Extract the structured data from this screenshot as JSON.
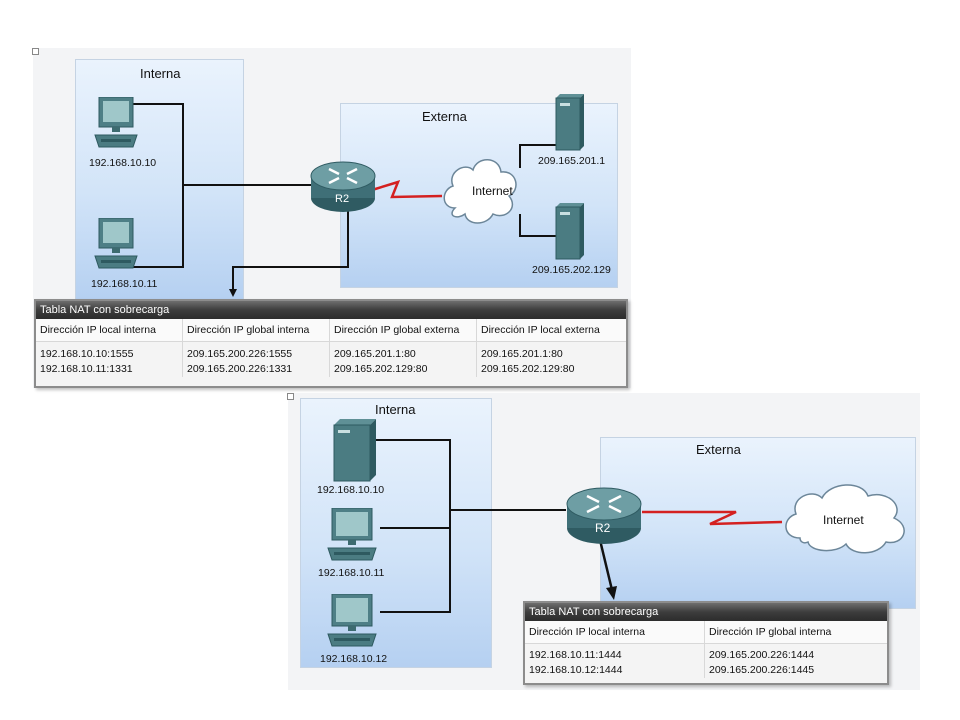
{
  "diagram1": {
    "internal_title": "Interna",
    "external_title": "Externa",
    "internet_label": "Internet",
    "router_label": "R2",
    "hosts": [
      {
        "label": "192.168.10.10",
        "icon": "pc-icon"
      },
      {
        "label": "192.168.10.11",
        "icon": "pc-icon"
      }
    ],
    "servers": [
      {
        "label": "209.165.201.1",
        "icon": "server-icon"
      },
      {
        "label": "209.165.202.129",
        "icon": "server-icon"
      }
    ],
    "nat_table": {
      "title": "Tabla NAT con sobrecarga",
      "headers": [
        "Dirección IP local interna",
        "Dirección IP global interna",
        "Dirección IP global externa",
        "Dirección IP local externa"
      ],
      "rows": [
        [
          "192.168.10.10:1555",
          "209.165.200.226:1555",
          "209.165.201.1:80",
          "209.165.201.1:80"
        ],
        [
          "192.168.10.11:1331",
          "209.165.200.226:1331",
          "209.165.202.129:80",
          "209.165.202.129:80"
        ]
      ]
    }
  },
  "diagram2": {
    "internal_title": "Interna",
    "external_title": "Externa",
    "internet_label": "Internet",
    "router_label": "R2",
    "hosts": [
      {
        "label": "192.168.10.10",
        "icon": "server-icon"
      },
      {
        "label": "192.168.10.11",
        "icon": "pc-icon"
      },
      {
        "label": "192.168.10.12",
        "icon": "pc-icon"
      }
    ],
    "nat_table": {
      "title": "Tabla NAT con sobrecarga",
      "headers": [
        "Dirección IP local interna",
        "Dirección IP global interna"
      ],
      "rows": [
        [
          "192.168.10.11:1444",
          "209.165.200.226:1444"
        ],
        [
          "192.168.10.12:1444",
          "209.165.200.226:1445"
        ]
      ]
    }
  },
  "colors": {
    "wan_link": "#d42020",
    "lan_link": "#111111",
    "zone_gradient_top": "#eaf3fd",
    "zone_gradient_bottom": "#b5d0f1"
  }
}
